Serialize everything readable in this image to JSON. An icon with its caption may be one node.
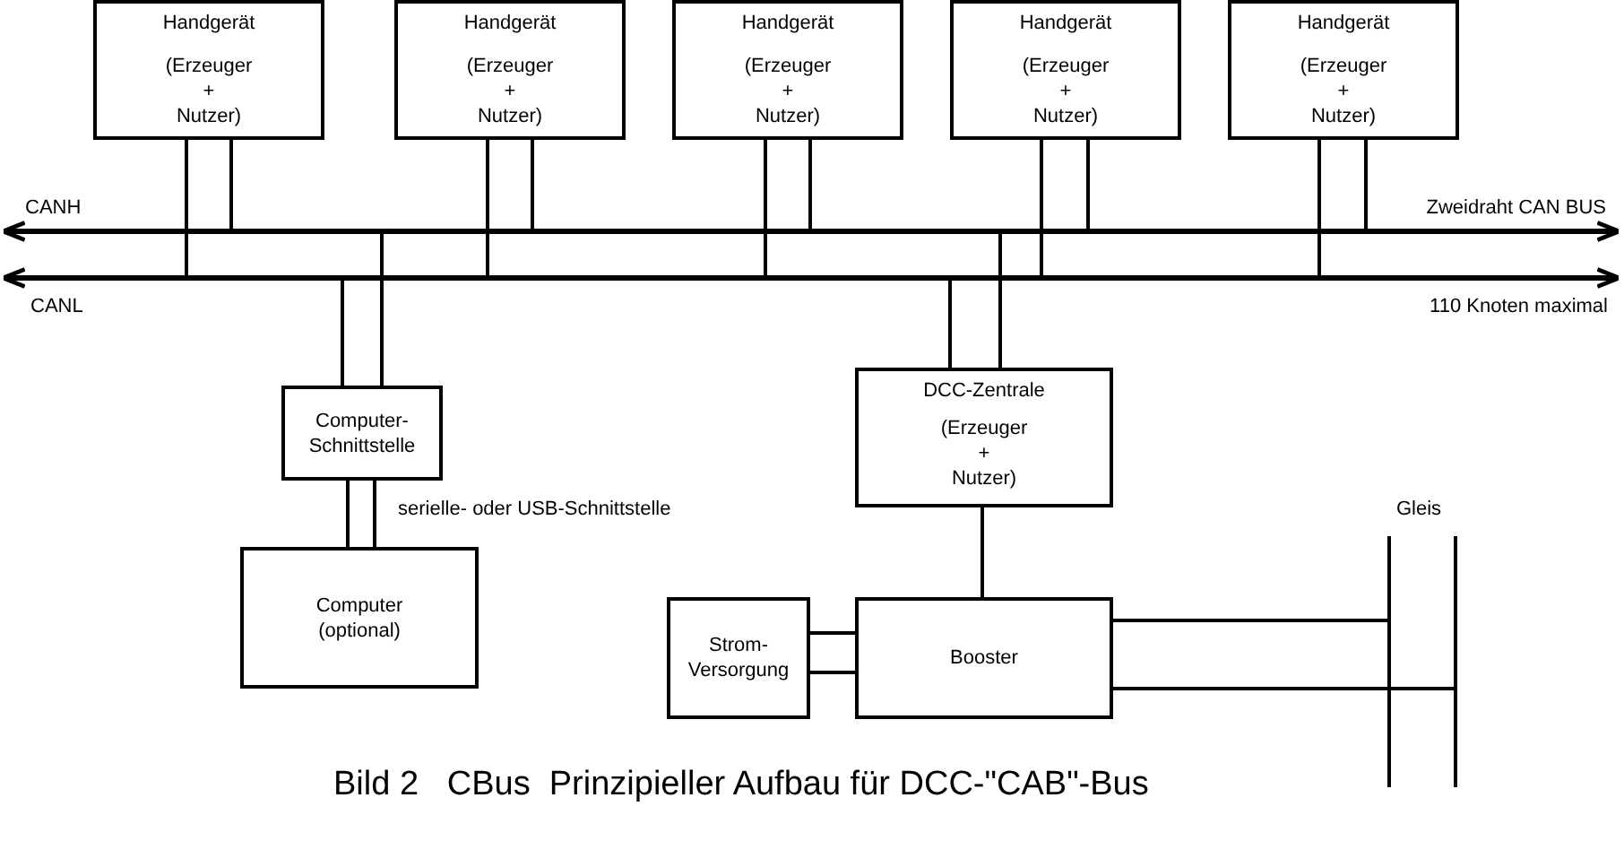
{
  "diagram": {
    "caption": "Bild 2   CBus  Prinzipieller Aufbau für DCC-\"CAB\"-Bus",
    "nodes": [
      {
        "text": [
          "Handgerät",
          "(Erzeuger + Nutzer)"
        ]
      },
      {
        "text": [
          "Handgerät",
          "(Erzeuger + Nutzer)"
        ]
      },
      {
        "text": [
          "Handgerät",
          "(Erzeuger + Nutzer)"
        ]
      },
      {
        "text": [
          "Handgerät",
          "(Erzeuger + Nutzer)"
        ]
      },
      {
        "text": [
          "Handgerät",
          "(Erzeuger + Nutzer)"
        ]
      },
      {
        "text": [],
        "shape": "bar",
        "beside": [
          "CANH",
          "Zweidraht CAN BUS"
        ]
      },
      {
        "text": [],
        "shape": "bar",
        "beside": [
          "CANL",
          "110 Knoten maximal"
        ]
      },
      {
        "text": [
          "Computer- Schnittstelle"
        ]
      },
      {
        "text": [
          "DCC-Zentrale",
          "(Erzeuger + Nutzer)"
        ]
      },
      {
        "text": [
          "Computer (optional)"
        ]
      },
      {
        "text": [
          "Strom- Versorgung"
        ]
      },
      {
        "text": [
          "Booster"
        ]
      },
      {
        "text": [],
        "shape": "bar"
      },
      {
        "text": [],
        "shape": "bar"
      }
    ],
    "edges": [
      {
        "from": 0,
        "to": 6,
        "arrow": "none"
      },
      {
        "from": 0,
        "to": 5,
        "arrow": "none"
      },
      {
        "from": 1,
        "to": 6,
        "arrow": "none"
      },
      {
        "from": 1,
        "to": 5,
        "arrow": "none"
      },
      {
        "from": 2,
        "to": 6,
        "arrow": "none"
      },
      {
        "from": 2,
        "to": 5,
        "arrow": "none"
      },
      {
        "from": 3,
        "to": 6,
        "arrow": "none"
      },
      {
        "from": 3,
        "to": 5,
        "arrow": "none"
      },
      {
        "from": 4,
        "to": 6,
        "arrow": "none"
      },
      {
        "from": 4,
        "to": 5,
        "arrow": "none"
      },
      {
        "from": 7,
        "to": 6,
        "arrow": "none"
      },
      {
        "from": 7,
        "to": 5,
        "arrow": "none"
      },
      {
        "from": 8,
        "to": 6,
        "arrow": "none"
      },
      {
        "from": 8,
        "to": 5,
        "arrow": "none"
      },
      {
        "from": 7,
        "to": 9,
        "arrow": "none"
      },
      {
        "from": 7,
        "to": 9,
        "arrow": "none",
        "label": "serielle- oder USB-Schnittstelle"
      },
      {
        "from": 8,
        "to": 11,
        "arrow": "none"
      },
      {
        "from": 10,
        "to": 11,
        "arrow": "none"
      },
      {
        "from": 10,
        "to": 11,
        "arrow": "none"
      },
      {
        "from": 11,
        "to": 12,
        "arrow": "none"
      },
      {
        "from": 11,
        "to": 13,
        "arrow": "none"
      }
    ],
    "labels": [
      "Gleis"
    ]
  }
}
